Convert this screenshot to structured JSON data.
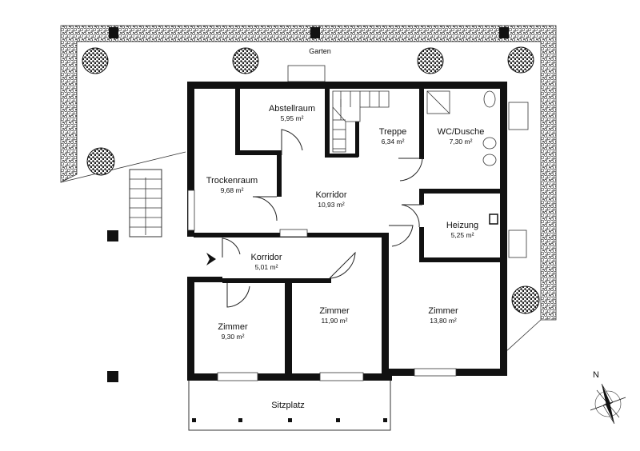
{
  "garden_label": "Garten",
  "terrace_label": "Sitzplatz",
  "compass_label": "N",
  "rooms": {
    "abstellraum": {
      "name": "Abstellraum",
      "area": "5,95 m²"
    },
    "treppe": {
      "name": "Treppe",
      "area": "6,34 m²"
    },
    "wc": {
      "name": "WC/Dusche",
      "area": "7,30 m²"
    },
    "trockenraum": {
      "name": "Trockenraum",
      "area": "9,68 m²"
    },
    "korridor_main": {
      "name": "Korridor",
      "area": "10,93 m²"
    },
    "heizung": {
      "name": "Heizung",
      "area": "5,25 m²"
    },
    "korridor_small": {
      "name": "Korridor",
      "area": "5,01 m²"
    },
    "zimmer1": {
      "name": "Zimmer",
      "area": "9,30 m²"
    },
    "zimmer2": {
      "name": "Zimmer",
      "area": "11,90 m²"
    },
    "zimmer3": {
      "name": "Zimmer",
      "area": "13,80 m²"
    }
  }
}
